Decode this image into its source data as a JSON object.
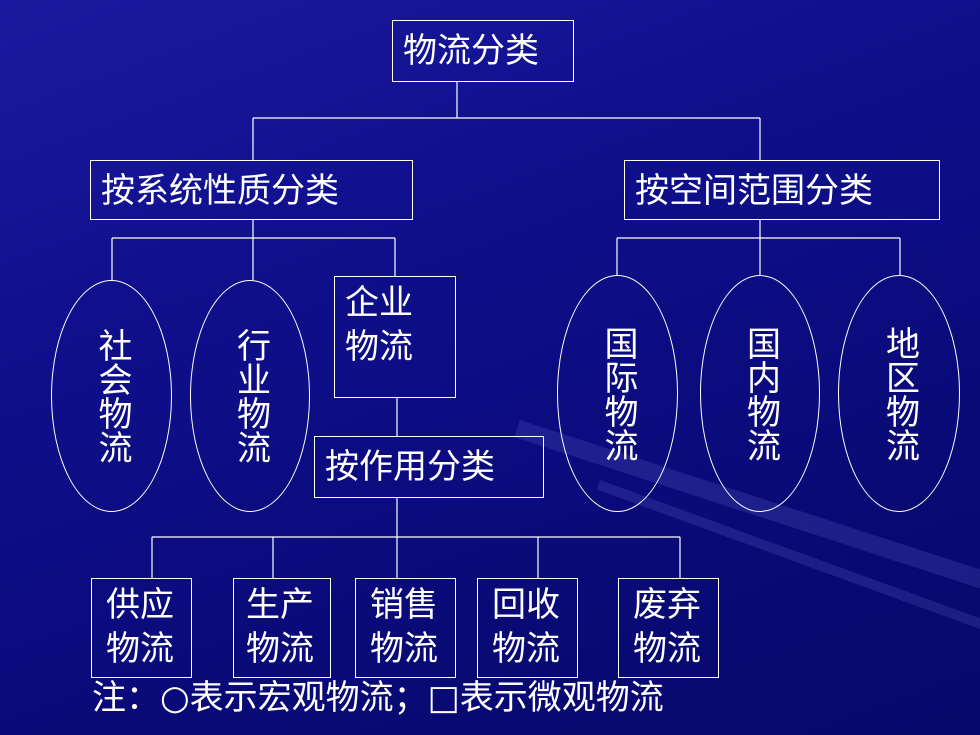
{
  "root": "物流分类",
  "level1": {
    "left": "按系统性质分类",
    "right": "按空间范围分类"
  },
  "system_nodes": {
    "social": "社会物流",
    "industry": "行业物流",
    "enterprise": "企业物流"
  },
  "space_nodes": {
    "international": "国际物流",
    "domestic": "国内物流",
    "regional": "地区物流"
  },
  "function_category": "按作用分类",
  "function_nodes": {
    "supply": "供应物流",
    "production": "生产物流",
    "sales": "销售物流",
    "recycle": "回收物流",
    "waste": "废弃物流"
  },
  "note": "注：○表示宏观物流；□表示微观物流"
}
